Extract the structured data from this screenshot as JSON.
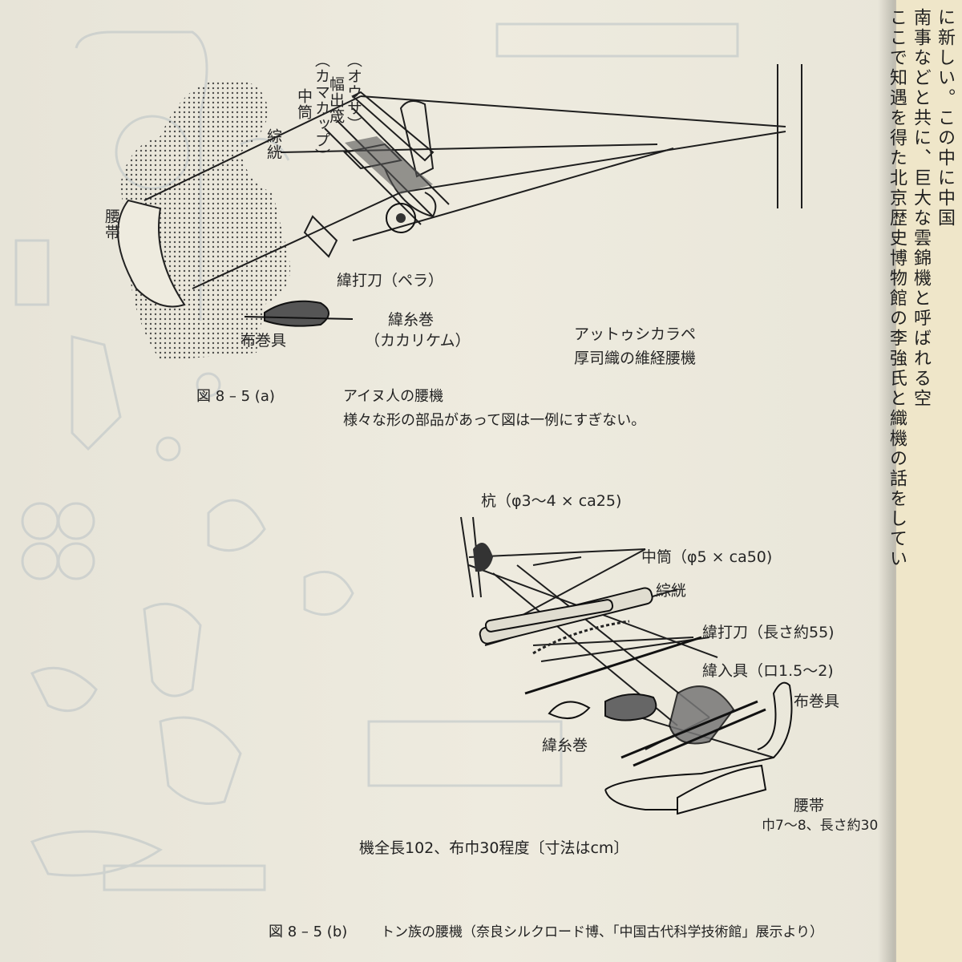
{
  "figure_a": {
    "labels": {
      "osa_paren": "（オウサ）",
      "habadashi": "幅出筬",
      "kamakappu_paren": "（カマカップ）",
      "nakazutsu": "中筒",
      "sokou": "綜絖",
      "koshiobi": "腰帯",
      "nukiuchigatana": "緯打刀（ペラ）",
      "nukiitomaki": "緯糸巻",
      "kakarikemu": "（カカリケム）",
      "numakigu": "布巻具",
      "attush_line1": "アットゥシカラペ",
      "attush_line2": "厚司織の維経腰機"
    },
    "caption_num": "図 8 – 5 (a)",
    "caption_title": "アイヌ人の腰機",
    "caption_note": "様々な形の部品があって図は一例にすぎない。"
  },
  "figure_b": {
    "labels": {
      "kui": "杭（φ3〜4 × ca25)",
      "nakazutsu": "中筒（φ5 × ca50)",
      "sokou": "綜絖",
      "nukiuchigatana": "緯打刀（長さ約55)",
      "nukiiregu": "緯入具（ロ1.5〜2)",
      "numakigu": "布巻具",
      "nukiitomaki": "緯糸巻",
      "koshiobi": "腰帯",
      "koshiobi_size": "巾7〜8、長さ約30"
    },
    "dimension_note": "機全長102、布巾30程度〔寸法はcm〕",
    "caption_num": "図 8 – 5 (b)",
    "caption_title": "トン族の腰機（奈良シルクロード博、「中国古代科学技術館」展示より）"
  },
  "right_page": {
    "columns": [
      "に新しい。この中に中国",
      "南事などと共に、巨大な雲錦機と呼ばれる空",
      "ここで知遇を得た北京歴史博物館の李強氏と織機の話をしてい"
    ]
  }
}
